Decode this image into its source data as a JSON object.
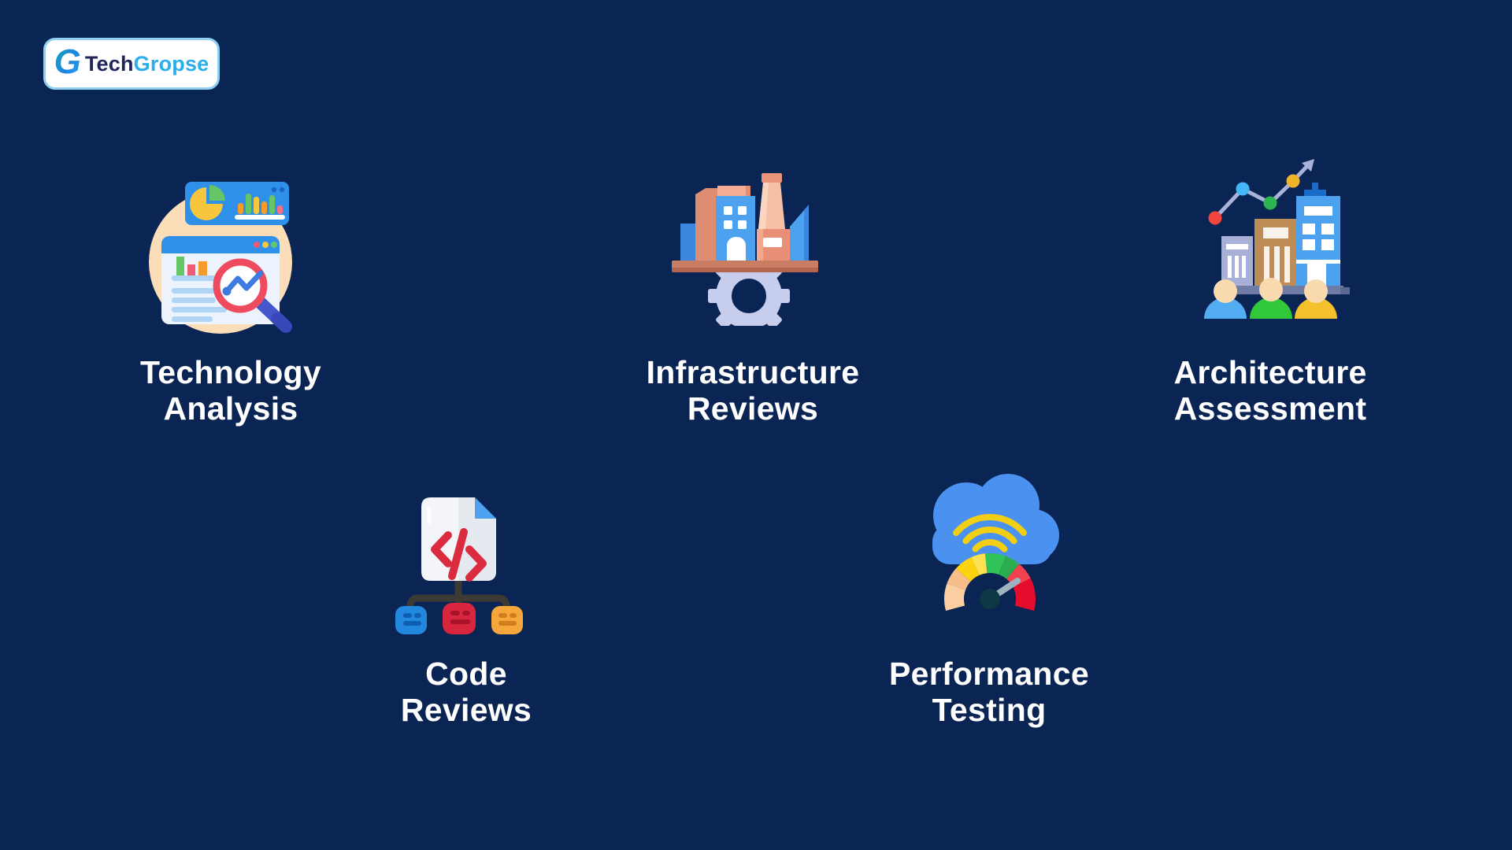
{
  "page": {
    "background_color": "#0A2453",
    "text_color": "#FFFFFF"
  },
  "logo": {
    "monogram": "G",
    "brand_prefix": "Tech",
    "brand_suffix": "Gropse",
    "prefix_color": "#20265B",
    "suffix_color": "#2BAEE9"
  },
  "services": [
    {
      "name": "technology-analysis",
      "title_line1": "Technology",
      "title_line2": "Analysis",
      "icon": "dashboard-analytics-magnifier-icon"
    },
    {
      "name": "infrastructure-reviews",
      "title_line1": "Infrastructure",
      "title_line2": "Reviews",
      "icon": "factory-on-gear-icon"
    },
    {
      "name": "architecture-assessment",
      "title_line1": "Architecture",
      "title_line2": "Assessment",
      "icon": "buildings-team-growth-chart-icon"
    },
    {
      "name": "code-reviews",
      "title_line1": "Code",
      "title_line2": "Reviews",
      "icon": "code-file-flowchart-icon"
    },
    {
      "name": "performance-testing",
      "title_line1": "Performance",
      "title_line2": "Testing",
      "icon": "cloud-speedometer-icon"
    }
  ]
}
